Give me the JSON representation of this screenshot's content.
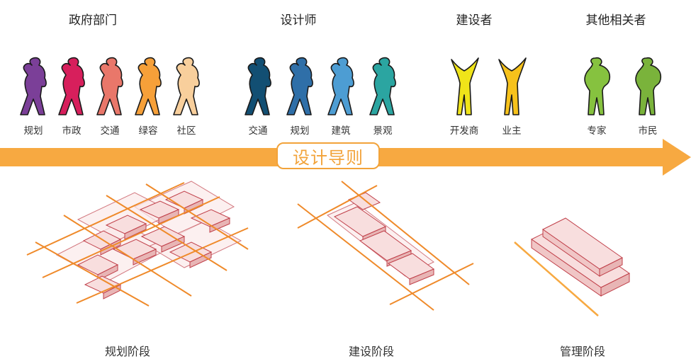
{
  "groups": [
    {
      "title": "政府部门",
      "center": 131
    },
    {
      "title": "设计师",
      "center": 421
    },
    {
      "title": "建设者",
      "center": 669
    },
    {
      "title": "其他相关者",
      "center": 869
    }
  ],
  "figures": [
    {
      "label": "规划",
      "color": "#7b3f98",
      "group": "政府部门"
    },
    {
      "label": "市政",
      "color": "#d71f5c",
      "group": "政府部门"
    },
    {
      "label": "交通",
      "color": "#e9776a",
      "group": "政府部门"
    },
    {
      "label": "绿容",
      "color": "#f6a039",
      "group": "政府部门"
    },
    {
      "label": "社区",
      "color": "#f8cf9c",
      "group": "政府部门"
    },
    {
      "label": "交通",
      "color": "#124f73",
      "group": "设计师"
    },
    {
      "label": "规划",
      "color": "#2f6fa8",
      "group": "设计师"
    },
    {
      "label": "建筑",
      "color": "#4d9dd3",
      "group": "设计师"
    },
    {
      "label": "景观",
      "color": "#2ba5a1",
      "group": "设计师"
    },
    {
      "label": "开发商",
      "color": "#f0e419",
      "group": "建设者"
    },
    {
      "label": "业主",
      "color": "#f7c21b",
      "group": "建设者"
    },
    {
      "label": "专家",
      "color": "#86c23f",
      "group": "其他相关者"
    },
    {
      "label": "市民",
      "color": "#7ab33b",
      "group": "其他相关者"
    }
  ],
  "timeline": {
    "label": "设计导则",
    "color": "#f7a941"
  },
  "stages": [
    {
      "label": "规划阶段"
    },
    {
      "label": "建设阶段"
    },
    {
      "label": "管理阶段"
    }
  ],
  "colors": {
    "accent": "#f7a941",
    "guide_line": "#ef8a2a",
    "block_fill": "#f8dede",
    "block_edge": "#c0404a"
  }
}
